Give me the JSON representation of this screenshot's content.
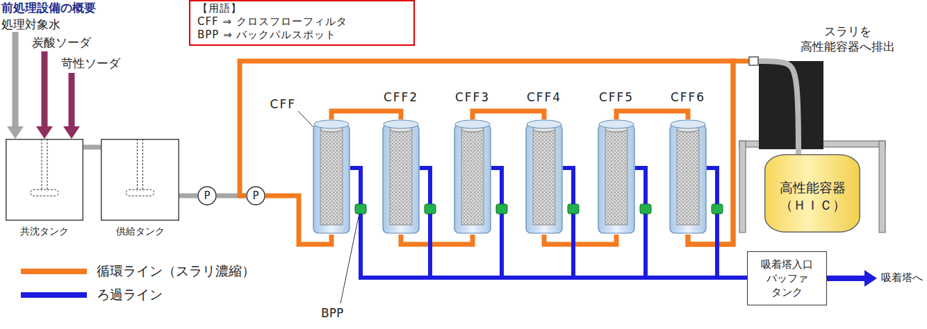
{
  "diagram": {
    "title": "前処理設備の概要",
    "nodes": [
      {
        "text": [
          "【用語】",
          "CFF ⇒ クロスフローフィルタ",
          "BPP ⇒ バックパルスポット"
        ]
      },
      {
        "text": [
          "共沈タンク"
        ]
      },
      {
        "text": [
          "供給タンク"
        ]
      },
      {
        "text": [
          "P"
        ]
      },
      {
        "text": [
          "P"
        ]
      },
      {
        "text": [
          "CFF"
        ]
      },
      {
        "text": [
          "CFF2"
        ]
      },
      {
        "text": [
          "CFF3"
        ]
      },
      {
        "text": [
          "CFF4"
        ]
      },
      {
        "text": [
          "CFF5"
        ]
      },
      {
        "text": [
          "CFF6"
        ]
      },
      {
        "text": [
          "高性能容器 （ＨＩＣ）"
        ]
      },
      {
        "text": [
          "吸着塔入口 バッファ タンク"
        ]
      }
    ],
    "edges": [
      {
        "from": 1,
        "to": 2,
        "arrow": "none"
      },
      {
        "from": 2,
        "to": 3,
        "arrow": "none"
      },
      {
        "from": 3,
        "to": 4,
        "arrow": "none"
      },
      {
        "from": 4,
        "to": 5,
        "arrow": "none"
      },
      {
        "from": 5,
        "to": 6,
        "arrow": "none"
      },
      {
        "from": 6,
        "to": 7,
        "arrow": "none"
      },
      {
        "from": 7,
        "to": 8,
        "arrow": "none"
      },
      {
        "from": 8,
        "to": 9,
        "arrow": "none"
      },
      {
        "from": 9,
        "to": 10,
        "arrow": "none"
      },
      {
        "from": 10,
        "to": 11,
        "arrow": "to"
      },
      {
        "from": 10,
        "to": 4,
        "arrow": "none"
      },
      {
        "from": 5,
        "to": 12,
        "arrow": "none"
      },
      {
        "from": 6,
        "to": 12,
        "arrow": "none"
      },
      {
        "from": 7,
        "to": 12,
        "arrow": "none"
      },
      {
        "from": 8,
        "to": 12,
        "arrow": "none"
      },
      {
        "from": 9,
        "to": 12,
        "arrow": "none"
      },
      {
        "from": 10,
        "to": 12,
        "arrow": "none"
      }
    ],
    "labels": [
      "処理対象水",
      "炭酸ソーダ",
      "苛性ソーダ",
      "スラリを 高性能容器へ排出",
      "吸着塔へ",
      "BPP"
    ],
    "legend": [
      {
        "text": "循環ライン（スラリ濃縮）",
        "color": "#f47a20"
      },
      {
        "text": "ろ過ライン",
        "color": "#1c1ce0"
      }
    ]
  }
}
